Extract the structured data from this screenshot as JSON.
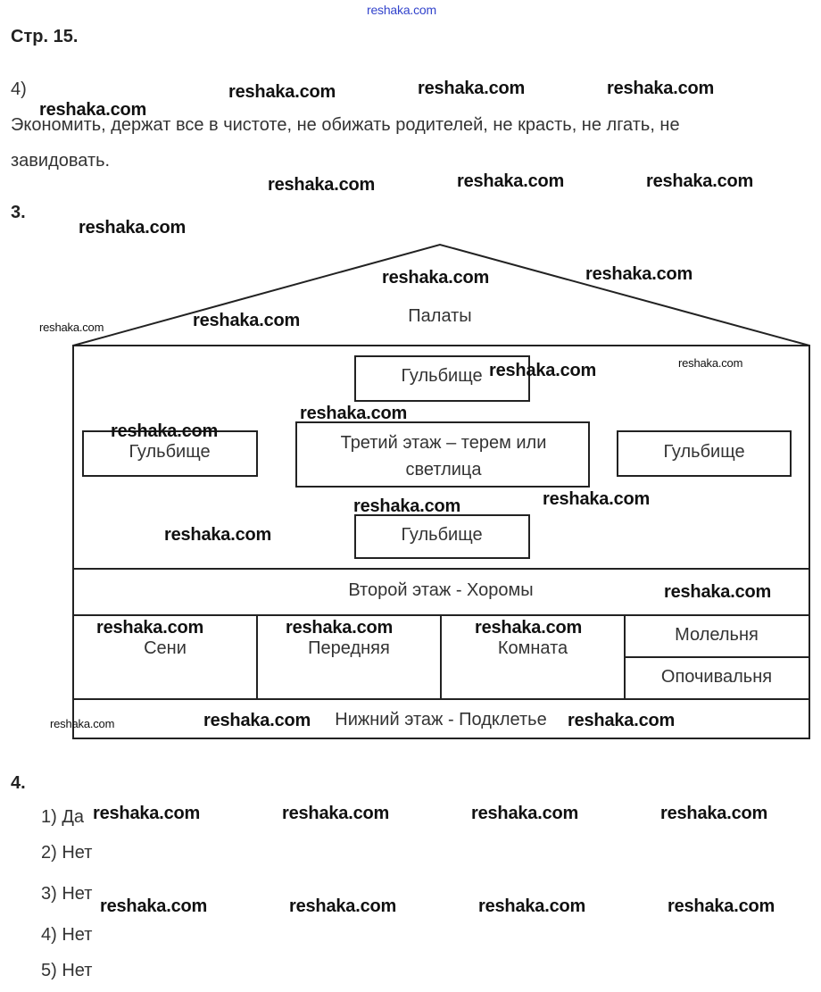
{
  "header_watermark": "reshaka.com",
  "page_label": "Стр. 15.",
  "task4_num": "4)",
  "task4_lines": [
    "Экономить, держат все в чистоте, не обижать родителей, не красть, не лгать, не",
    "завидовать."
  ],
  "section3_label": "3.",
  "diagram": {
    "roof": "Палаты",
    "gulbische_top": "Гульбище",
    "gulbische_left": "Гульбище",
    "center_lines": [
      "Третий этаж – терем или",
      "светлица"
    ],
    "gulbische_right": "Гульбище",
    "gulbische_bottom": "Гульбище",
    "second_floor": "Второй этаж - Хоромы",
    "rooms": [
      "Сени",
      "Передняя",
      "Комната"
    ],
    "molelnya": "Молельня",
    "opochivalnya": "Опочивальня",
    "ground_floor": "Нижний этаж - Подклетье"
  },
  "section4_label": "4.",
  "answers": [
    "1) Да",
    "2) Нет",
    "3) Нет",
    "4) Нет",
    "5) Нет"
  ],
  "watermark": "reshaka.com"
}
